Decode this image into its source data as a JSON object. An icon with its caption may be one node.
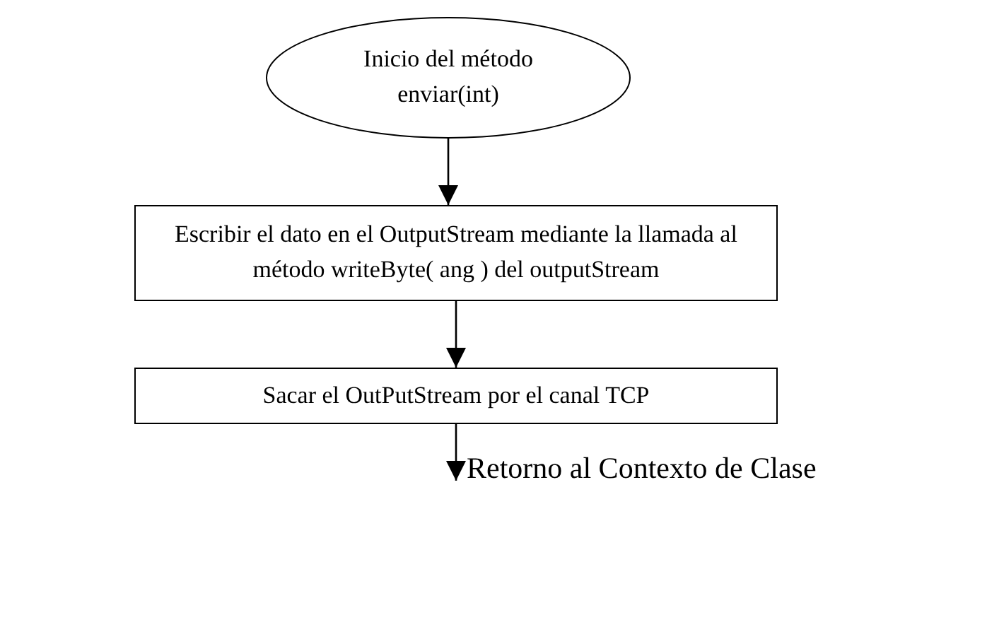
{
  "diagram": {
    "nodes": [
      {
        "text": [
          "Inicio del método enviar(int)"
        ]
      },
      {
        "text": [
          "Escribir el dato en el OutputStream mediante la llamada al método writeByte( ang ) del outputStream"
        ]
      },
      {
        "text": [
          "Sacar el OutPutStream por el canal TCP"
        ]
      },
      {
        "text": [
          "Retorno al Contexto de Clase"
        ]
      }
    ],
    "edges": [
      {
        "from": 0,
        "to": 1,
        "arrow": "to"
      },
      {
        "from": 1,
        "to": 2,
        "arrow": "to"
      },
      {
        "from": 2,
        "to": 3,
        "arrow": "to"
      }
    ]
  }
}
